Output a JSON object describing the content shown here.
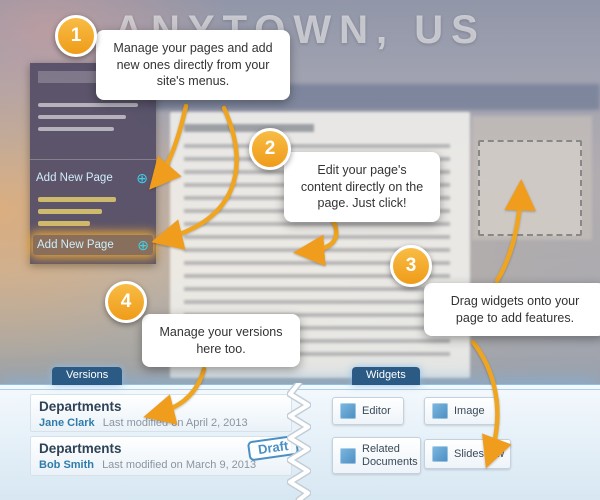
{
  "background": {
    "site_title": "ANYTOWN, US"
  },
  "sidebar": {
    "add_new_page_label": "Add New Page",
    "add_new_page_highlighted_label": "Add New Page",
    "plus_icon": "⊕"
  },
  "callouts": [
    {
      "number": "1",
      "text": "Manage your pages and add new ones directly from your site's menus."
    },
    {
      "number": "2",
      "text": "Edit your page's content directly on the page. Just click!"
    },
    {
      "number": "3",
      "text": "Drag widgets onto your page to add features."
    },
    {
      "number": "4",
      "text": "Manage your versions here too."
    }
  ],
  "versions_panel": {
    "tab_label": "Versions",
    "entries": [
      {
        "title": "Departments",
        "author": "Jane Clark",
        "modified": "Last modified on April 2, 2013"
      },
      {
        "title": "Departments",
        "author": "Bob Smith",
        "modified": "Last modified on March 9, 2013",
        "badge": "Draft"
      }
    ]
  },
  "widgets_panel": {
    "tab_label": "Widgets",
    "items": [
      {
        "label": "Editor"
      },
      {
        "label": "Image"
      },
      {
        "label": "Related Documents"
      },
      {
        "label": "Slideshow"
      }
    ]
  },
  "colors": {
    "accent_orange": "#F0A521",
    "tab_blue": "#2B5B84",
    "widget_icon_blue": "#5B9BD5",
    "author_blue": "#2F7CAB",
    "draft_blue": "#4A90C4"
  }
}
